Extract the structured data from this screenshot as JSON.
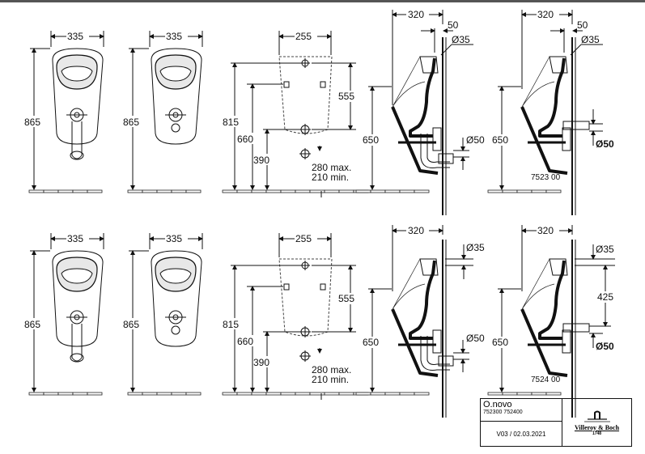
{
  "title_block": {
    "product": "O.novo",
    "codes": "752300   752400",
    "version": "V03 / 02.03.2021",
    "brand": "Villeroy & Boch",
    "brand_year": "1748"
  },
  "row1": {
    "front1": {
      "width": "335",
      "height": "865"
    },
    "front2": {
      "width": "335",
      "height": "865"
    },
    "rear": {
      "width": "255",
      "h815": "815",
      "h660": "660",
      "h390": "390",
      "h555": "555",
      "max": "280 max.",
      "min": "210 min."
    },
    "side1": {
      "depth": "320",
      "d50": "50",
      "inlet": "Ø35",
      "height": "650",
      "outlet": "Ø50"
    },
    "side2": {
      "depth": "320",
      "d50": "50",
      "inlet": "Ø35",
      "height": "650",
      "outlet": "Ø50",
      "code": "7523 00"
    }
  },
  "row2": {
    "front1": {
      "width": "335",
      "height": "865"
    },
    "front2": {
      "width": "335",
      "height": "865"
    },
    "rear": {
      "width": "255",
      "h815": "815",
      "h660": "660",
      "h390": "390",
      "h555": "555",
      "max": "280 max.",
      "min": "210 min."
    },
    "side1": {
      "depth": "320",
      "inlet": "Ø35",
      "height": "650",
      "outlet": "Ø50"
    },
    "side2": {
      "depth": "320",
      "inlet": "Ø35",
      "h425": "425",
      "height": "650",
      "outlet": "Ø50",
      "code": "7524 00"
    }
  }
}
